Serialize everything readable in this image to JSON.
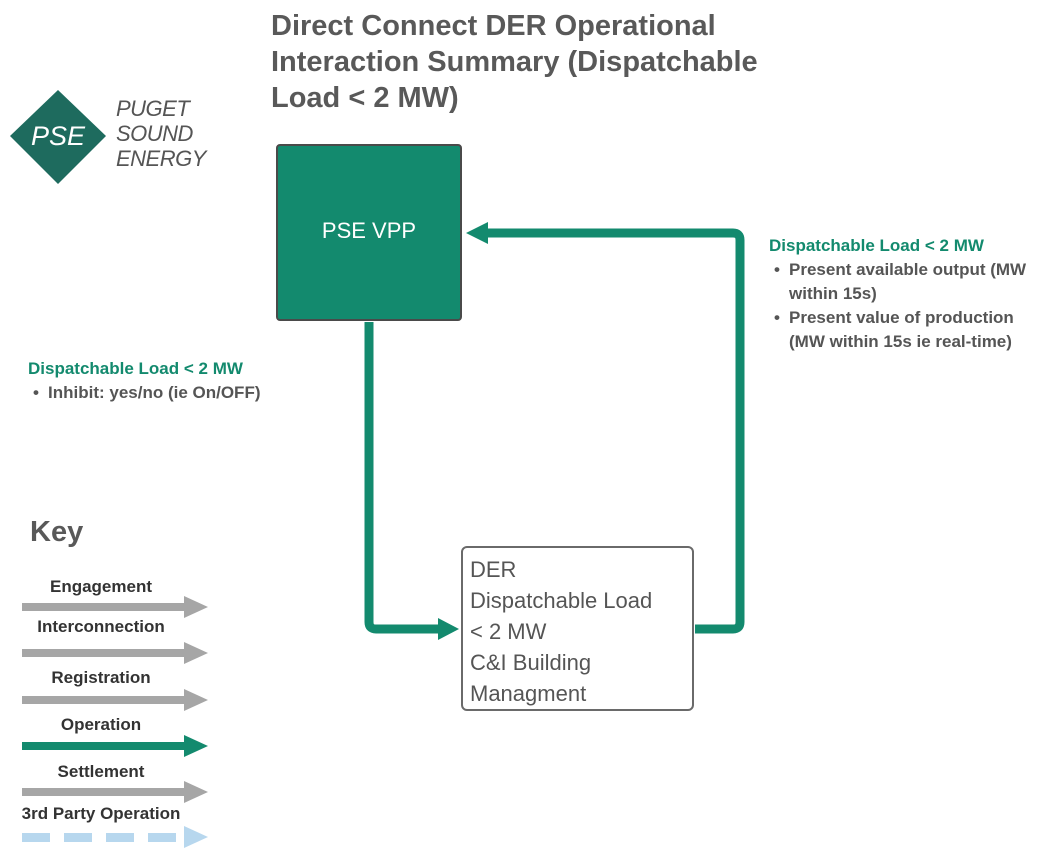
{
  "title": {
    "line1": "Direct Connect DER Operational",
    "line2": "Interaction Summary (Dispatchable",
    "line3": "Load < 2 MW)"
  },
  "logo": {
    "mark": "PSE",
    "line1": "PUGET",
    "line2": "SOUND",
    "line3": "ENERGY"
  },
  "nodes": {
    "vpp": "PSE VPP",
    "der": {
      "line1": "DER",
      "line2": "Dispatchable Load",
      "line3": "< 2 MW",
      "line4": "C&I Building",
      "line5": "Managment"
    }
  },
  "notes": {
    "right": {
      "heading": "Dispatchable Load < 2 MW",
      "items": [
        "Present available output (MW within 15s)",
        "Present value of production (MW within 15s ie real-time)"
      ]
    },
    "left": {
      "heading": "Dispatchable Load < 2 MW",
      "items": [
        "Inhibit: yes/no (ie On/OFF)"
      ]
    }
  },
  "key": {
    "title": "Key",
    "items": [
      {
        "label": "Engagement",
        "style": "solid",
        "color": "#a6a6a6"
      },
      {
        "label": "Interconnection",
        "style": "solid",
        "color": "#a6a6a6"
      },
      {
        "label": "Registration",
        "style": "solid",
        "color": "#a6a6a6"
      },
      {
        "label": "Operation",
        "style": "solid",
        "color": "#138a6e"
      },
      {
        "label": "Settlement",
        "style": "solid",
        "color": "#a6a6a6"
      },
      {
        "label": "3rd Party Operation",
        "style": "dashed",
        "color": "#b7d7ee"
      }
    ]
  },
  "colors": {
    "operation": "#138a6e",
    "neutral_arrow": "#a6a6a6",
    "third_party": "#b7d7ee",
    "logo": "#1e6b5e"
  }
}
